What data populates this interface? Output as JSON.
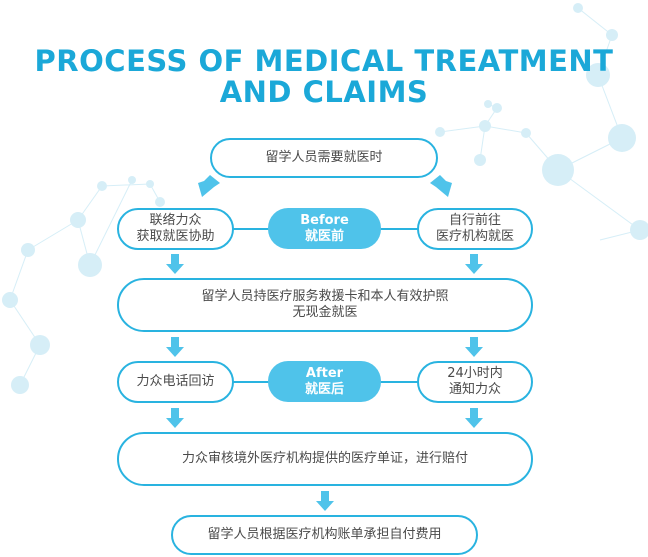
{
  "title": {
    "line1": "PROCESS OF MEDICAL TREATMENT",
    "line2": "AND CLAIMS"
  },
  "nodes": {
    "need": "留学人员需要就医时",
    "contact_line1": "联络力众",
    "contact_line2": "获取就医协助",
    "self_line1": "自行前往",
    "self_line2": "医疗机构就医",
    "card_line1": "留学人员持医疗服务救援卡和本人有效护照",
    "card_line2": "无现金就医",
    "callback": "力众电话回访",
    "notify_line1": "24小时内",
    "notify_line2": "通知力众",
    "review": "力众审核境外医疗机构提供的医疗单证，进行赔付",
    "selfpay": "留学人员根据医疗机构账单承担自付费用"
  },
  "labels": {
    "before_en": "Before",
    "before_zh": "就医前",
    "after_en": "After",
    "after_zh": "就医后"
  },
  "colors": {
    "title": "#1ba8d8",
    "border": "#29b3e0",
    "pill": "#4fc3ea",
    "arrow": "#4fc3ea",
    "text": "#4a4a4a"
  }
}
